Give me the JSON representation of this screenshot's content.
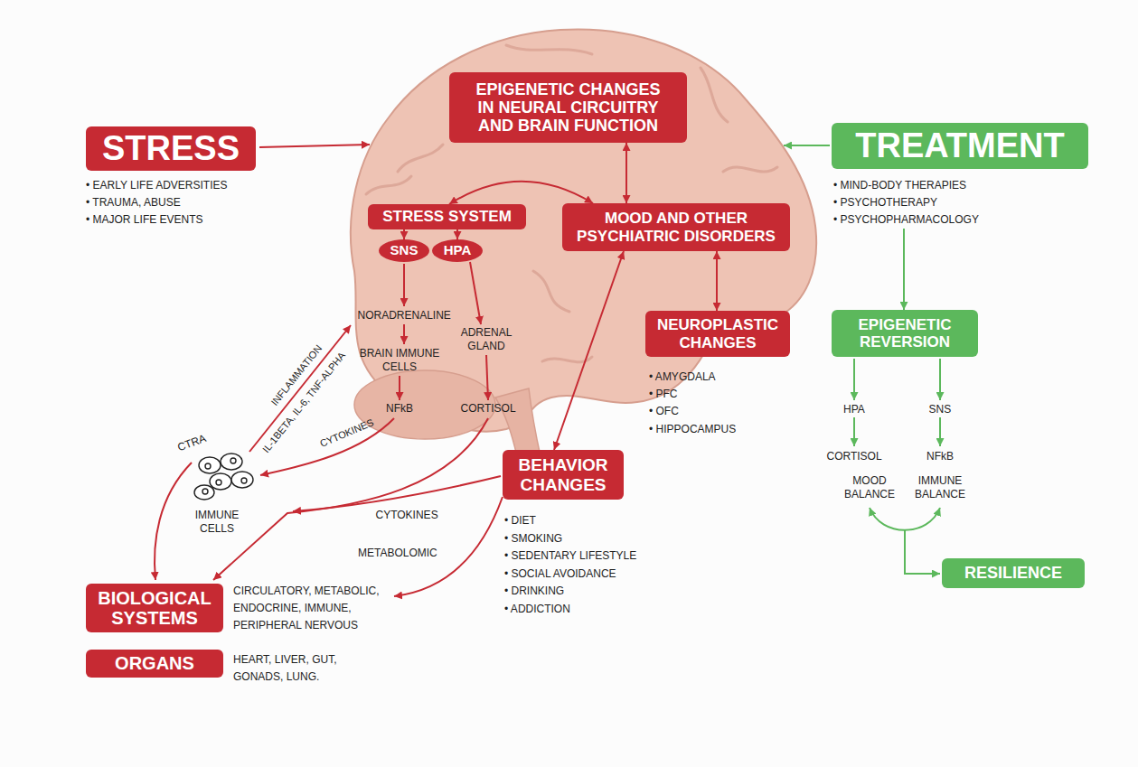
{
  "diagram": {
    "nodes": [
      {
        "text": [
          "STRESS",
          "• EARLY LIFE ADVERSITIES",
          "• TRAUMA, ABUSE",
          "• MAJOR LIFE EVENTS"
        ]
      },
      {
        "text": [
          "EPIGENETIC CHANGES IN NEURAL CIRCUITRY AND BRAIN FUNCTION"
        ]
      },
      {
        "text": [
          "TREATMENT",
          "• MIND-BODY THERAPIES",
          "• PSYCHOTHERAPY",
          "• PSYCHOPHARMACOLOGY"
        ]
      },
      {
        "text": [
          "STRESS SYSTEM"
        ]
      },
      {
        "text": [
          "MOOD AND OTHER PSYCHIATRIC DISORDERS"
        ]
      },
      {
        "text": [
          "SNS"
        ]
      },
      {
        "text": [
          "HPA"
        ]
      },
      {
        "text": [
          "NEUROPLASTIC CHANGES",
          "• AMYGDALA",
          "• PFC",
          "• OFC",
          "• HIPPOCAMPUS"
        ]
      },
      {
        "text": [
          "EPIGENETIC REVERSION"
        ]
      },
      {
        "text": [
          "BEHAVIOR CHANGES",
          "• DIET",
          "• SMOKING",
          "• SEDENTARY LIFESTYLE",
          "• SOCIAL AVOIDANCE",
          "• DRINKING",
          "• ADDICTION"
        ]
      },
      {
        "text": [
          "BIOLOGICAL SYSTEMS",
          "CIRCULATORY, METABOLIC, ENDOCRINE, IMMUNE, PERIPHERAL NERVOUS"
        ]
      },
      {
        "text": [
          "ORGANS",
          "HEART, LIVER, GUT, GONADS, LUNG."
        ]
      },
      {
        "text": [
          "RESILIENCE"
        ]
      }
    ],
    "edges": [
      {
        "from": 1,
        "to": 4,
        "arrow": "both"
      },
      {
        "from": 3,
        "to": 4,
        "arrow": "both"
      },
      {
        "from": 4,
        "to": 7,
        "arrow": "both"
      },
      {
        "from": 4,
        "to": 9,
        "arrow": "both"
      },
      {
        "from": 3,
        "to": 5,
        "arrow": "to"
      },
      {
        "from": 3,
        "to": 6,
        "arrow": "to"
      },
      {
        "from": 2,
        "to": 8,
        "arrow": "to"
      },
      {
        "from": 9,
        "to": 10,
        "label": "METABOLOMIC",
        "arrow": "to"
      }
    ],
    "labels": [
      "NORADRENALINE",
      "BRAIN IMMUNE CELLS",
      "ADRENAL GLAND",
      "NFkB",
      "CORTISOL",
      "INFLAMMATION",
      "IL-1BETA, IL-6, TNF-ALPHA",
      "CTRA",
      "CYTOKINES",
      "IMMUNE CELLS",
      "CYTOKINES",
      "HPA",
      "SNS",
      "CORTISOL",
      "NFkB",
      "MOOD BALANCE",
      "IMMUNE BALANCE"
    ]
  }
}
